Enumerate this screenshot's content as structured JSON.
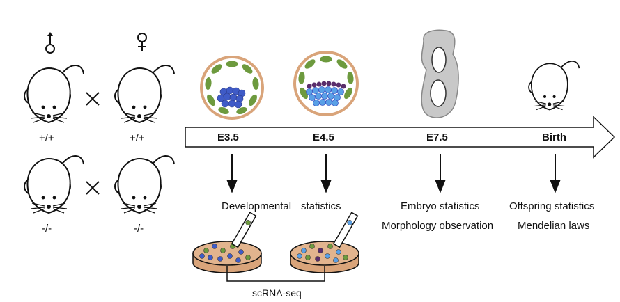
{
  "crosses": {
    "wildtype": {
      "male_genotype": "+/+",
      "female_genotype": "+/+"
    },
    "knockout": {
      "male_genotype": "-/-",
      "female_genotype": "-/-"
    },
    "cross_symbol": "×",
    "male_symbol": "♂",
    "female_symbol": "♀"
  },
  "timeline": {
    "stages": [
      {
        "label": "E3.5"
      },
      {
        "label": "E4.5"
      },
      {
        "label": "E7.5"
      },
      {
        "label": "Birth"
      }
    ]
  },
  "outcomes": {
    "developmental": "Developmental",
    "statistics": "statistics",
    "embryo_statistics": "Embryo statistics",
    "morphology": "Morphology observation",
    "offspring_statistics": "Offspring statistics",
    "mendelian": "Mendelian laws",
    "scrna": "scRNA-seq"
  },
  "colors": {
    "trophectoderm_green": "#6d9a3e",
    "zona_tan": "#d9a47a",
    "icm_blue": "#3f5bc7",
    "epiblast_light_blue": "#5aa0e6",
    "primitive_endoderm_purple": "#5a2d6b",
    "embryo_gray": "#c8c8c8",
    "dish_fill": "#e2b48e"
  }
}
